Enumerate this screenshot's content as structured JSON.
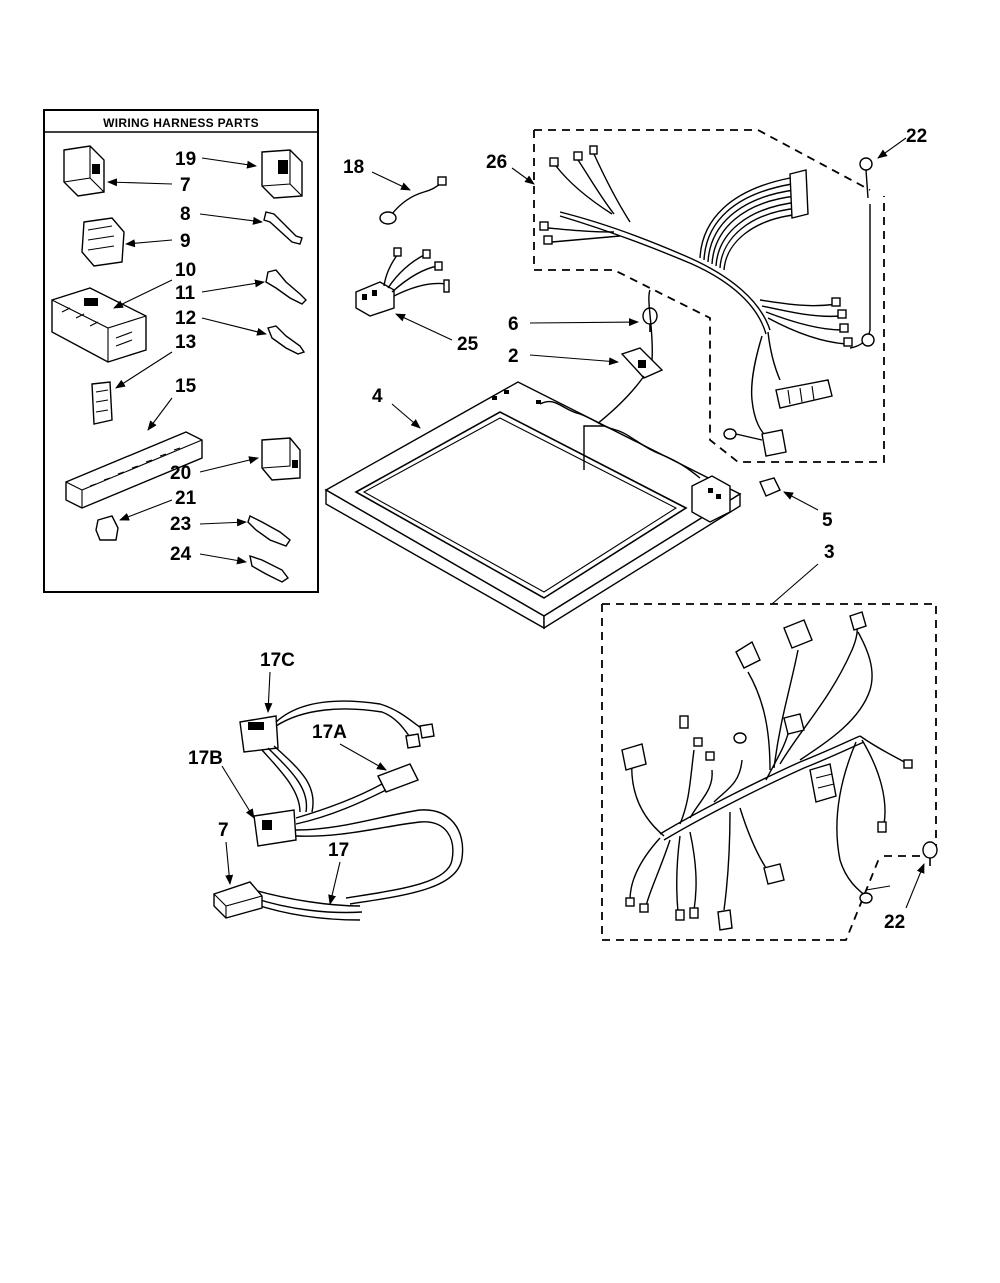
{
  "box_title": "WIRING HARNESS PARTS",
  "labels": {
    "p2": "2",
    "p3": "3",
    "p4": "4",
    "p5": "5",
    "p6": "6",
    "p7": "7",
    "p7b": "7",
    "p8": "8",
    "p9": "9",
    "p10": "10",
    "p11": "11",
    "p12": "12",
    "p13": "13",
    "p15": "15",
    "p17": "17",
    "p17a": "17A",
    "p17b": "17B",
    "p17c": "17C",
    "p18": "18",
    "p19": "19",
    "p20": "20",
    "p21": "21",
    "p22a": "22",
    "p22b": "22",
    "p23": "23",
    "p24": "24",
    "p25": "25",
    "p26": "26"
  }
}
